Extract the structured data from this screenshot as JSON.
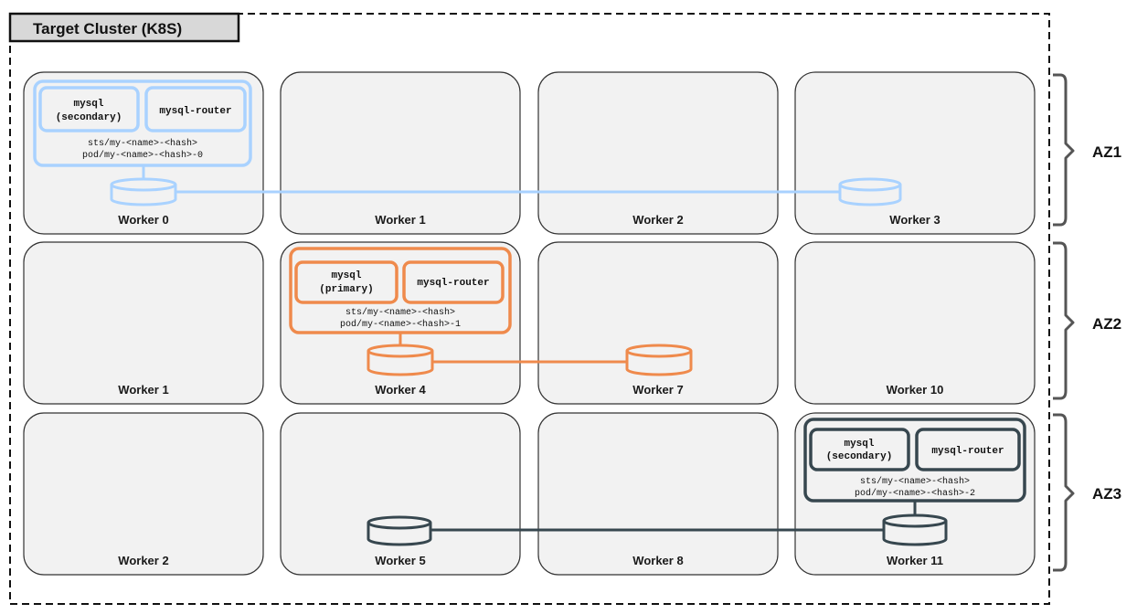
{
  "cluster_title": "Target Cluster (K8S)",
  "az_labels": [
    "AZ1",
    "AZ2",
    "AZ3"
  ],
  "workers": {
    "r0": [
      "Worker 0",
      "Worker 1",
      "Worker 2",
      "Worker 3"
    ],
    "r1": [
      "Worker 1",
      "Worker 4",
      "Worker 7",
      "Worker 10"
    ],
    "r2": [
      "Worker 2",
      "Worker 5",
      "Worker 8",
      "Worker 11"
    ]
  },
  "pods": {
    "az1": {
      "mysql_line1": "mysql",
      "mysql_line2": "(secondary)",
      "router": "mysql-router",
      "sts": "sts/my-<name>-<hash>",
      "pod": "pod/my-<name>-<hash>-0",
      "color": "#a9d2ff"
    },
    "az2": {
      "mysql_line1": "mysql",
      "mysql_line2": "(primary)",
      "router": "mysql-router",
      "sts": "sts/my-<name>-<hash>",
      "pod": "pod/my-<name>-<hash>-1",
      "color": "#ef8a4c"
    },
    "az3": {
      "mysql_line1": "mysql",
      "mysql_line2": "(secondary)",
      "router": "mysql-router",
      "sts": "sts/my-<name>-<hash>",
      "pod": "pod/my-<name>-<hash>-2",
      "color": "#37474f"
    }
  },
  "colors": {
    "worker_fill": "#f2f2f2",
    "worker_stroke": "#333333",
    "bracket": "#555555"
  }
}
